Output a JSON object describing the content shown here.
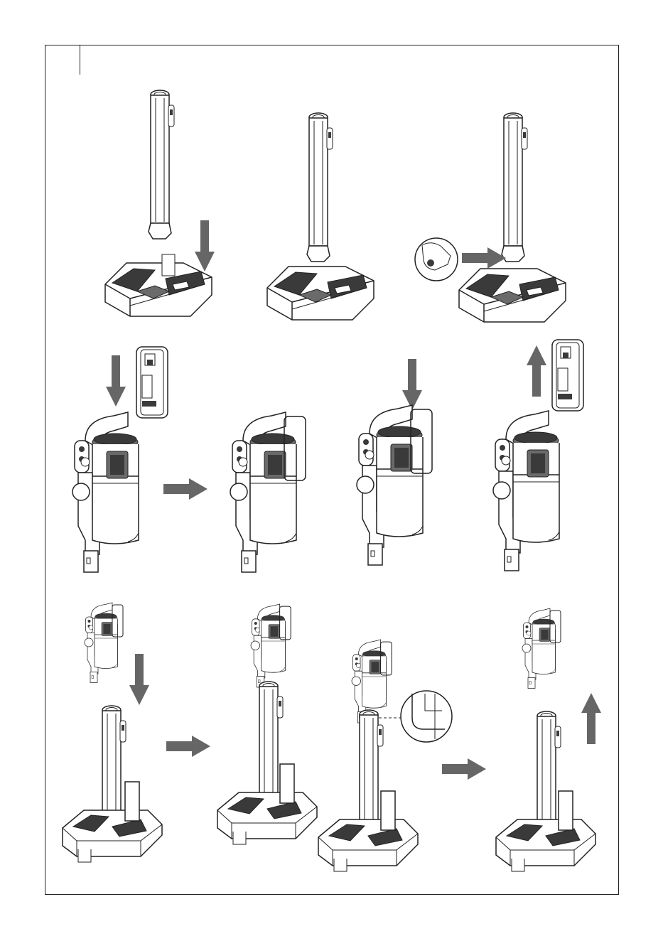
{
  "page": {
    "description_visible_text": [],
    "palette": {
      "line": "#222222",
      "dark_fill": "#3a3a3a",
      "mid_fill": "#6a6a6a",
      "light_fill": "#bdbdbd",
      "arrow": "#666666",
      "paper": "#ffffff"
    }
  },
  "rows": [
    {
      "name": "row-1",
      "steps": [
        {
          "name": "step-1-1",
          "icons": [
            "handle-tube-icon",
            "floor-head-icon",
            "down-arrow-icon"
          ]
        },
        {
          "name": "step-1-2",
          "icons": [
            "assembled-tube-head-icon"
          ]
        },
        {
          "name": "step-1-3",
          "icons": [
            "finger-press-detail-icon",
            "right-arrow-icon",
            "assembled-tube-head-icon"
          ]
        }
      ]
    },
    {
      "name": "row-2",
      "steps": [
        {
          "name": "step-2-1",
          "icons": [
            "battery-icon",
            "down-arrow-icon",
            "main-body-icon"
          ]
        },
        {
          "name": "step-2-2",
          "icons": [
            "right-arrow-icon",
            "main-body-with-battery-icon"
          ]
        },
        {
          "name": "step-2-3",
          "icons": [
            "down-arrow-icon",
            "main-body-with-battery-icon"
          ]
        },
        {
          "name": "step-2-4",
          "icons": [
            "up-arrow-icon",
            "battery-icon",
            "main-body-icon"
          ]
        }
      ]
    },
    {
      "name": "row-3",
      "steps": [
        {
          "name": "step-3-1",
          "icons": [
            "small-body-icon",
            "down-arrow-icon",
            "docked-tube-icon"
          ]
        },
        {
          "name": "step-3-2",
          "icons": [
            "right-arrow-icon",
            "full-vacuum-docked-icon"
          ]
        },
        {
          "name": "step-3-3",
          "icons": [
            "full-vacuum-docked-icon",
            "latch-detail-icon"
          ]
        },
        {
          "name": "step-3-4",
          "icons": [
            "right-arrow-icon",
            "up-arrow-icon",
            "small-body-icon",
            "docked-tube-icon"
          ]
        }
      ]
    }
  ]
}
